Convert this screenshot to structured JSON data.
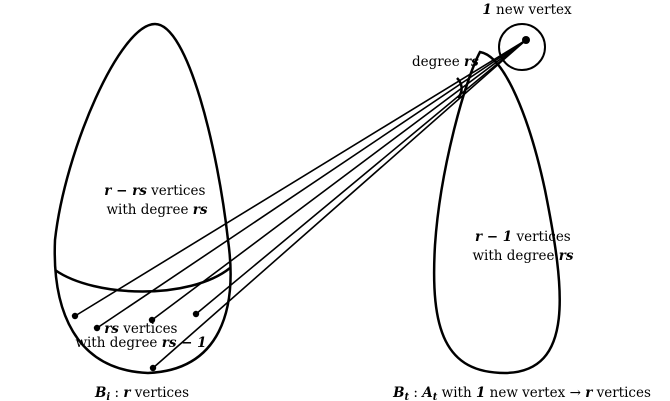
{
  "new_vertex_label": {
    "bold": "1",
    "rest": " new vertex"
  },
  "degree_label": {
    "text": "degree ",
    "math": "rs"
  },
  "left_top_text": {
    "line1_math": "r − rs",
    "line1_rest": " vertices",
    "line2_text": "with degree ",
    "line2_math": "rs"
  },
  "left_bottom_text": {
    "line1_math": "rs",
    "line1_rest": " vertices",
    "line2_text": "with degree ",
    "line2_math": "rs − 1"
  },
  "right_text": {
    "line1_math": "r − 1",
    "line1_rest": " vertices",
    "line2_text": "with degree ",
    "line2_math": "rs"
  },
  "left_caption": {
    "math": "B",
    "sub": "i",
    "colon": " : ",
    "math2": "r",
    "rest": " vertices"
  },
  "right_caption": {
    "m1": "B",
    "s1": "t",
    "colon": " : ",
    "m2": "A",
    "s2": "t",
    "t1": " with ",
    "m3": "1",
    "t2": " new vertex → ",
    "m4": "r",
    "t3": " vertices"
  }
}
